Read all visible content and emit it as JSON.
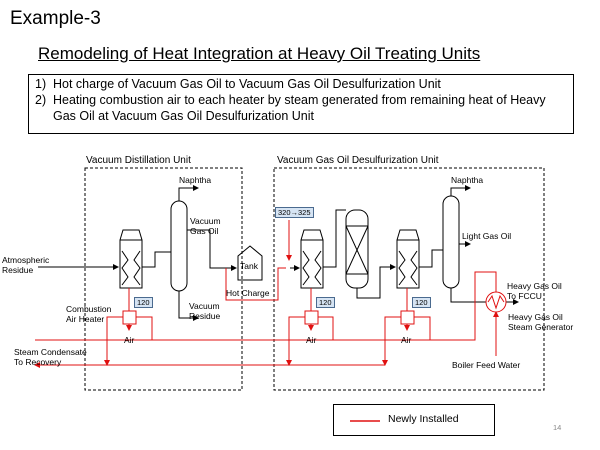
{
  "slide": {
    "example_title": "Example-3",
    "heading": "Remodeling of Heat Integration at Heavy Oil Treating Units",
    "notes": [
      {
        "num": "1)",
        "text": "Hot charge of Vacuum Gas Oil to Vacuum Gas Oil Desulfurization Unit"
      },
      {
        "num": "2)",
        "text": "Heating combustion air to each heater by steam generated from remaining heat of Heavy Gas Oil at Vacuum Gas Oil Desulfurization Unit"
      }
    ],
    "page_number": "14"
  },
  "diagram": {
    "units": {
      "vdu": "Vacuum Distillation Unit",
      "vgo_ds": "Vacuum Gas Oil Desulfurization Unit"
    },
    "streams": {
      "atmospheric_residue": [
        "Atmospheric",
        "Residue"
      ],
      "naphtha_vdu": "Naphtha",
      "vacuum_gas_oil": [
        "Vacuum",
        "Gas Oil"
      ],
      "vacuum_residue": [
        "Vacuum",
        "Residue"
      ],
      "combustion_air_heater": [
        "Combustion",
        "Air Heater"
      ],
      "tank": "Tank",
      "hot_charge": "Hot Charge",
      "naphtha_ds": "Naphtha",
      "light_gas_oil": "Light Gas Oil",
      "heavy_gas_oil_fccu": [
        "Heavy Gas Oil",
        "To FCCU"
      ],
      "hgo_steam_generator": [
        "Heavy Gas Oil",
        "Steam Generator"
      ],
      "boiler_feed_water": "Boiler Feed Water",
      "steam_condensate": [
        "Steam Condensate",
        "To Recovery"
      ],
      "air": "Air"
    },
    "temperature_tags": {
      "vdu_heater": "120",
      "ds_heater_1": "120",
      "ds_heater_2": "120",
      "feed_temp_change": "320→325"
    }
  },
  "legend": {
    "label": "Newly Installed",
    "new_color": "#e01010",
    "existing_color": "#000000"
  }
}
